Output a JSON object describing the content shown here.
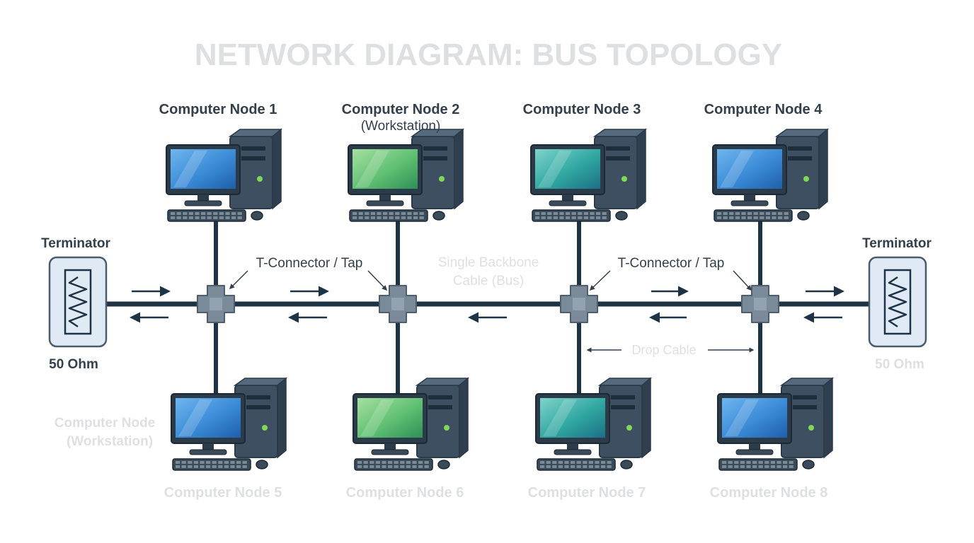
{
  "title": "NETWORK DIAGRAM: BUS TOPOLOGY",
  "colors": {
    "cable": "#1f3346",
    "connector": "#7a8a98",
    "connector_edge": "#4e5e6c",
    "tower": "#3d4f61",
    "tower_dark": "#2a3a49",
    "screen_blue": "#3a8ad6",
    "screen_green": "#5fbf72",
    "screen_teal": "#2fa6a0",
    "terminator_fill": "#dfeaf5",
    "terminator_edge": "#4a5c6d",
    "led": "#7ed957",
    "text": "#333f4b"
  },
  "nodes_top": [
    {
      "label": "Computer Node 1",
      "sub": "",
      "screen": "blue"
    },
    {
      "label": "Computer Node 2",
      "sub": "(Workstation)",
      "screen": "green"
    },
    {
      "label": "Computer Node 3",
      "sub": "",
      "screen": "teal"
    },
    {
      "label": "Computer Node 4",
      "sub": "",
      "screen": "blue"
    }
  ],
  "nodes_bottom": [
    {
      "label": "Computer Node 5",
      "screen": "blue"
    },
    {
      "label": "Computer Node 6",
      "screen": "green"
    },
    {
      "label": "Computer Node 7",
      "screen": "teal"
    },
    {
      "label": "Computer Node 8",
      "screen": "blue"
    }
  ],
  "side_label": {
    "line1": "Computer Node",
    "line2": "(Workstation)"
  },
  "terminators": [
    {
      "label": "Terminator",
      "value": "50 Ohm"
    },
    {
      "label": "Terminator",
      "value": "50 Ohm"
    }
  ],
  "tap_labels": [
    "T-Connector / Tap",
    "T-Connector / Tap"
  ],
  "backbone_label": {
    "line1": "Single Backbone",
    "line2": "Cable (Bus)"
  },
  "drop_cable_label": "Drop Cable",
  "icons": {
    "computer": "desktop-computer-icon",
    "terminator": "resistor-icon",
    "connector": "t-connector-icon",
    "arrow": "arrow-icon"
  }
}
